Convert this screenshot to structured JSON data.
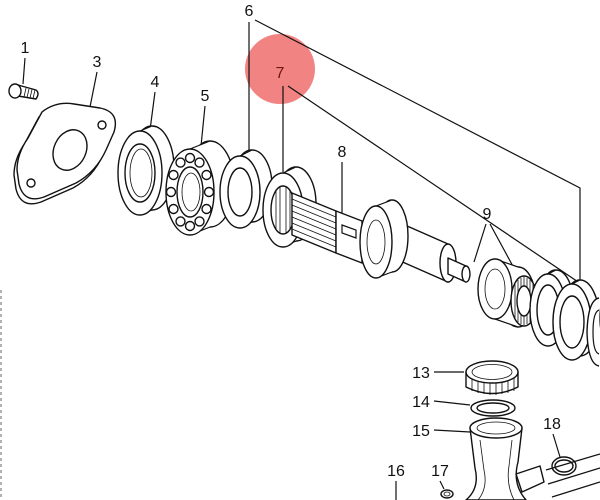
{
  "diagram": {
    "callouts": {
      "p1": "1",
      "p3": "3",
      "p4": "4",
      "p5": "5",
      "p6": "6",
      "p7": "7",
      "p8": "8",
      "p9": "9",
      "p13": "13",
      "p14": "14",
      "p15": "15",
      "p16": "16",
      "p17": "17",
      "p18": "18"
    },
    "highlight_color": "#ef6f6c",
    "line_color": "#111111"
  }
}
